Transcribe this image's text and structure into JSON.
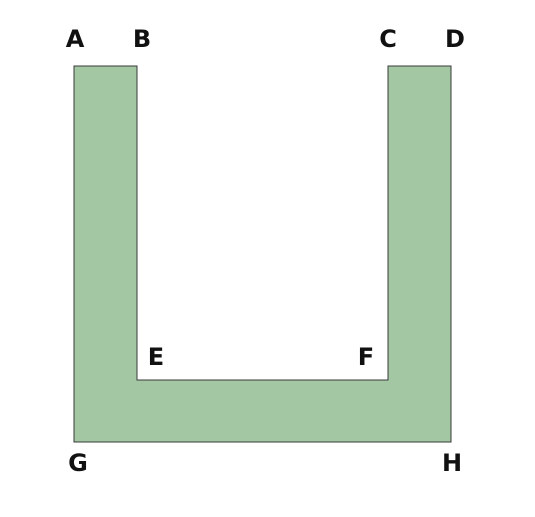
{
  "diagram": {
    "fill_color": "#a3c7a3",
    "stroke_color": "#3a3a3a",
    "labels": {
      "a": "A",
      "b": "B",
      "c": "C",
      "d": "D",
      "e": "E",
      "f": "F",
      "g": "G",
      "h": "H"
    }
  }
}
